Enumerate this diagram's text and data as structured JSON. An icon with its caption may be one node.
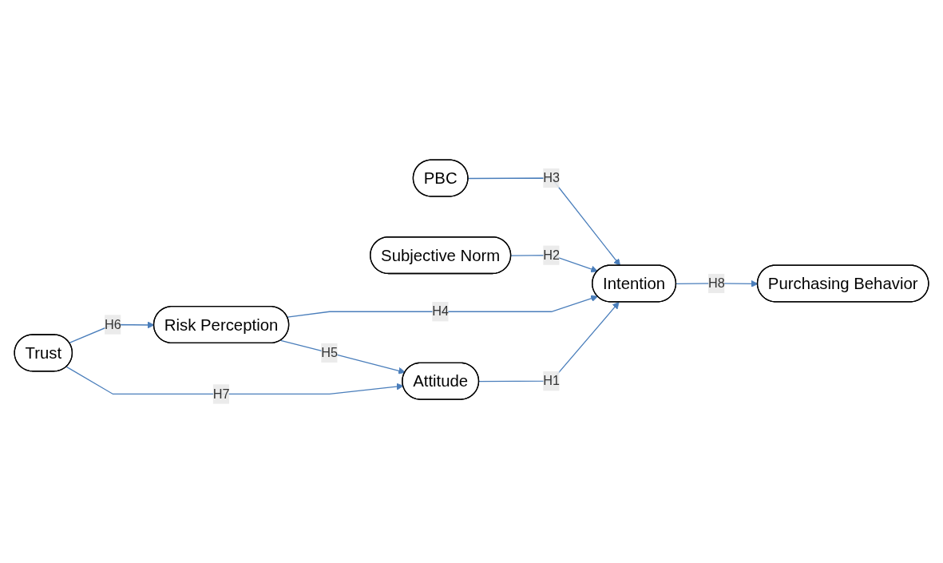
{
  "diagram": {
    "nodes": [
      {
        "text": [
          "PBC"
        ]
      },
      {
        "text": [
          "Subjective Norm"
        ]
      },
      {
        "text": [
          "Attitude"
        ]
      },
      {
        "text": [
          "Intention"
        ]
      },
      {
        "text": [
          "Purchasing Behavior"
        ]
      },
      {
        "text": [
          "Risk Perception"
        ]
      },
      {
        "text": [
          "Trust"
        ]
      }
    ],
    "edges": [
      {
        "from": 0,
        "to": 3,
        "arrow": "to",
        "label": "H3"
      },
      {
        "from": 1,
        "to": 3,
        "arrow": "to",
        "label": "H2"
      },
      {
        "from": 2,
        "to": 3,
        "arrow": "to",
        "label": "H1"
      },
      {
        "from": 5,
        "to": 3,
        "arrow": "to",
        "label": "H4"
      },
      {
        "from": 3,
        "to": 4,
        "arrow": "to",
        "label": "H8"
      },
      {
        "from": 5,
        "to": 2,
        "arrow": "to",
        "label": "H5"
      },
      {
        "from": 6,
        "to": 5,
        "arrow": "to",
        "label": "H6"
      },
      {
        "from": 6,
        "to": 2,
        "arrow": "to",
        "label": "H7"
      }
    ]
  }
}
